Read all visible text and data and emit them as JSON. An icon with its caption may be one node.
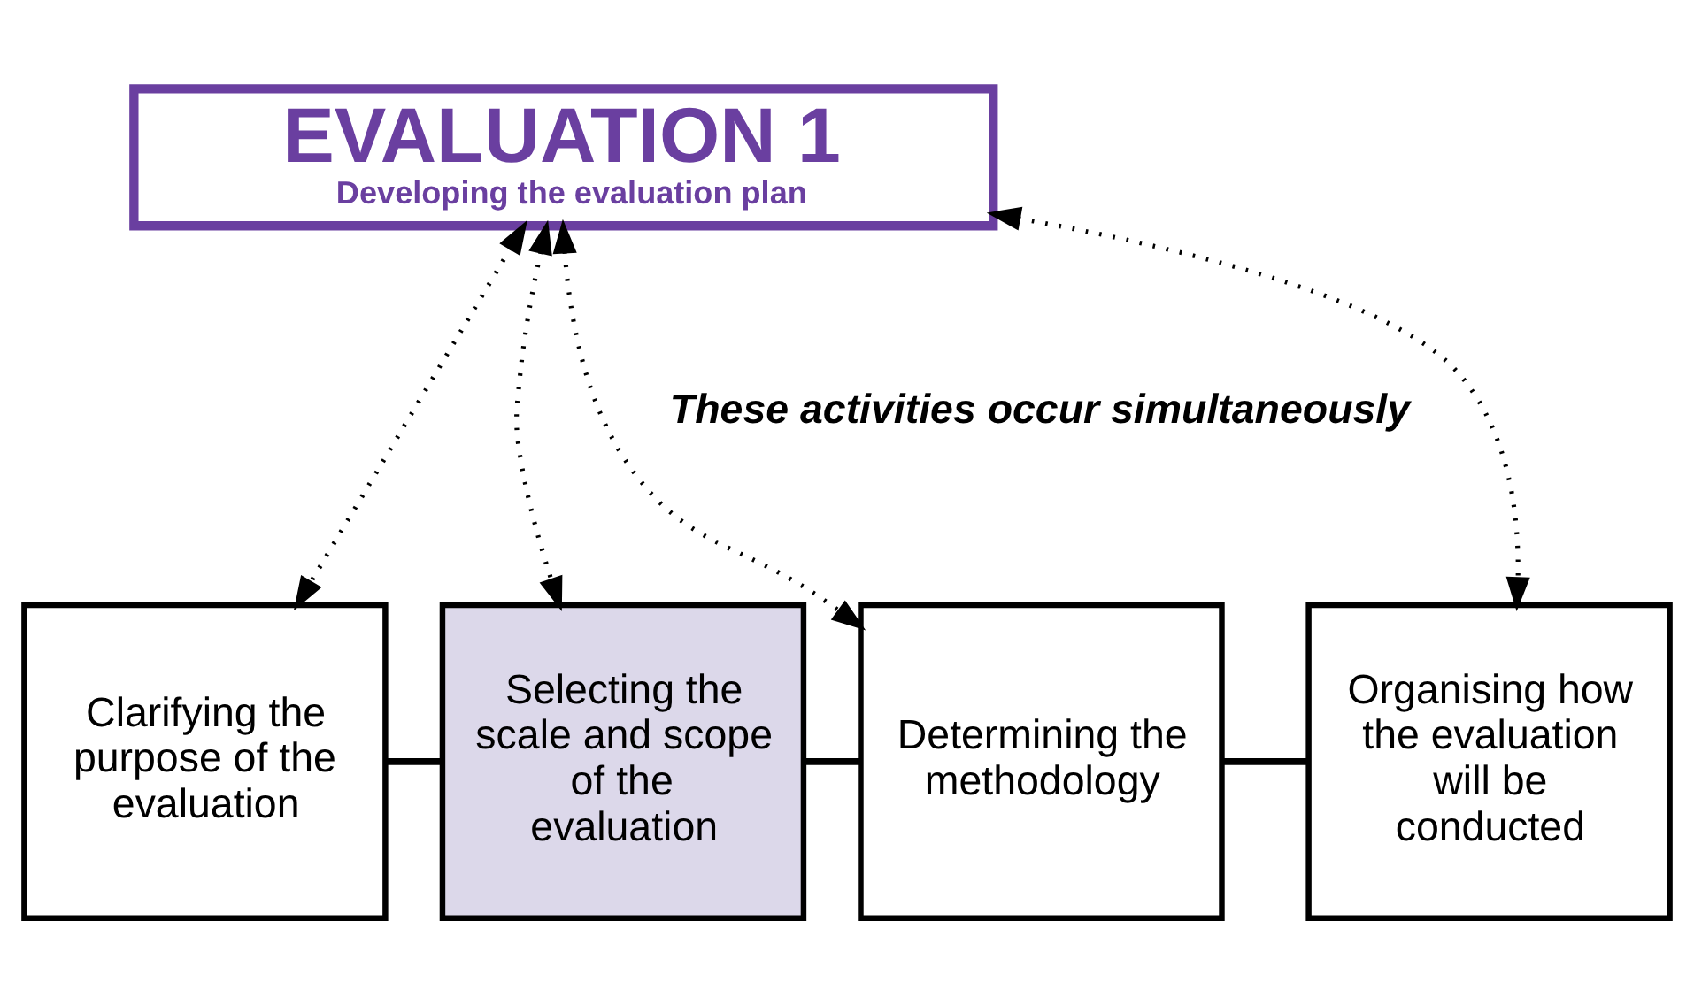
{
  "diagram": {
    "nodes": [
      {
        "text": [
          "EVALUATION 1",
          "Developing the evaluation plan"
        ]
      },
      {
        "text": [
          "Clarifying the purpose of the evaluation"
        ]
      },
      {
        "text": [
          "Selecting the scale and scope of the evaluation"
        ]
      },
      {
        "text": [
          "Determining the methodology"
        ]
      },
      {
        "text": [
          "Organising how the evaluation will be conducted"
        ]
      }
    ],
    "edges": [
      {
        "from": 0,
        "to": 1,
        "arrow": "both",
        "style": "dashed"
      },
      {
        "from": 0,
        "to": 2,
        "arrow": "both",
        "style": "dashed"
      },
      {
        "from": 0,
        "to": 3,
        "arrow": "both",
        "style": "dashed"
      },
      {
        "from": 0,
        "to": 4,
        "arrow": "both",
        "style": "dashed"
      },
      {
        "from": 1,
        "to": 2,
        "arrow": "none"
      },
      {
        "from": 2,
        "to": 3,
        "arrow": "none"
      },
      {
        "from": 3,
        "to": 4,
        "arrow": "none"
      }
    ],
    "labels": [
      "These activities occur simultaneously"
    ]
  }
}
